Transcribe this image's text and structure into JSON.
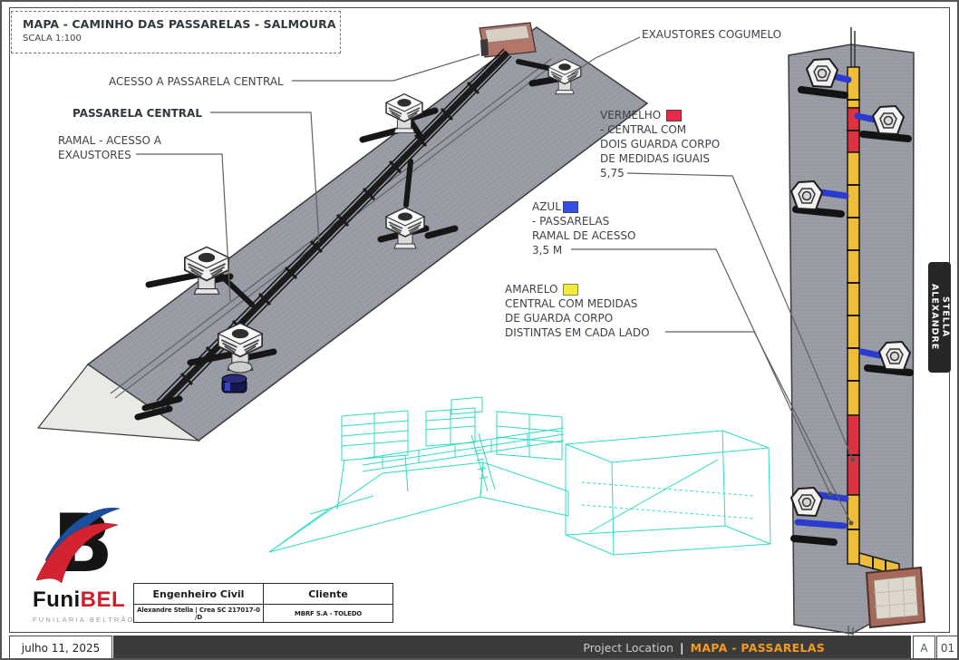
{
  "sheet": {
    "title": "MAPA - CAMINHO DAS PASSARELAS - SALMOURA",
    "scale": "SCALA 1:100"
  },
  "annotations": {
    "acesso_passarela": "ACESSO A PASSARELA CENTRAL",
    "exaustores_cogumelo": "EXAUSTORES COGUMELO",
    "passarela_central": "PASSARELA CENTRAL",
    "ramal_l1": "RAMAL - ACESSO A",
    "ramal_l2": "EXAUSTORES"
  },
  "legend": {
    "vermelho": {
      "label": "VERMELHO",
      "color": "#e9284a",
      "l1": "- CENTRAL COM",
      "l2": "DOIS GUARDA CORPO",
      "l3": "DE MEDIDAS IGUAIS",
      "measure": "5,75"
    },
    "azul": {
      "label": "AZUL",
      "color": "#3351e4",
      "l1": "- PASSARELAS",
      "l2": "RAMAL DE ACESSO",
      "measure": "3,5 M"
    },
    "amarelo": {
      "label": "AMARELO",
      "color": "#f2ea3f",
      "l1": "CENTRAL COM MEDIDAS",
      "l2": "DE GUARDA CORPO",
      "l3": "DISTINTAS EM CADA LADO"
    }
  },
  "side_tab": {
    "l1": "ALEXANDRE",
    "l2": "STELLA"
  },
  "logo": {
    "word_black": "Funi",
    "word_red": "BEL",
    "subtitle": "FUNILARIA BELTRÃO"
  },
  "info_table": {
    "headers": [
      "Engenheiro Civil",
      "Cliente"
    ],
    "row": [
      "Alexandre Stella | Crea SC 217017-0 /D",
      "MBRF S.A - TOLEDO"
    ]
  },
  "footer": {
    "date": "julho 11, 2025",
    "project_label": "Project Location",
    "divider": "|",
    "project_name": "MAPA - PASSARELAS",
    "revision": "A",
    "sheet_number": "01"
  },
  "palette": {
    "roof_gray": "#9a9ca6",
    "walkway_black": "#1b1b1b",
    "plan_yellow": "#eebe3a",
    "plan_red": "#dd3340",
    "plan_blue": "#2b3bd0",
    "wireframe_cyan": "#2cdcc3",
    "footer_bar": "#3b3b3b",
    "accent_orange": "#f49c1e",
    "label_text": "#3d4248"
  }
}
